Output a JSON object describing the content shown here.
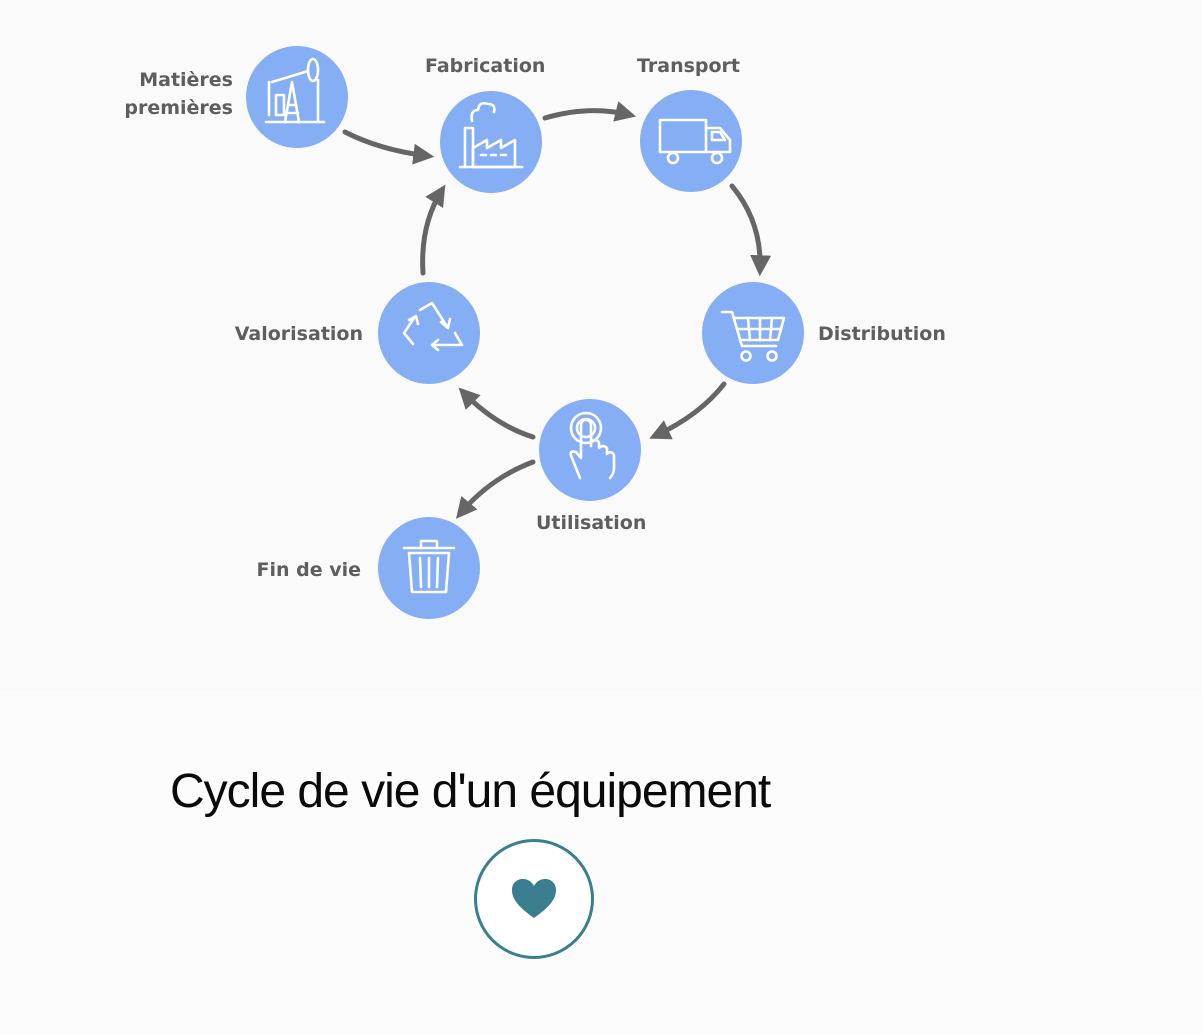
{
  "diagram": {
    "steps": {
      "matieres_premieres": [
        "Matières",
        "premières"
      ],
      "fabrication": "Fabrication",
      "transport": "Transport",
      "distribution": "Distribution",
      "utilisation": "Utilisation",
      "valorisation": "Valorisation",
      "fin_de_vie": "Fin de vie"
    },
    "icons": {
      "matieres_premieres": "oil-pump-icon",
      "fabrication": "factory-icon",
      "transport": "truck-icon",
      "distribution": "shopping-cart-icon",
      "utilisation": "touch-hand-icon",
      "valorisation": "recycle-icon",
      "fin_de_vie": "trash-icon"
    },
    "colors": {
      "node_fill": "#86aef4",
      "arrow": "#666666",
      "label": "#5e5e5e"
    }
  },
  "title": "Cycle de vie d'un équipement",
  "like_button": {
    "icon": "heart-icon",
    "color": "#3a7e8f"
  }
}
